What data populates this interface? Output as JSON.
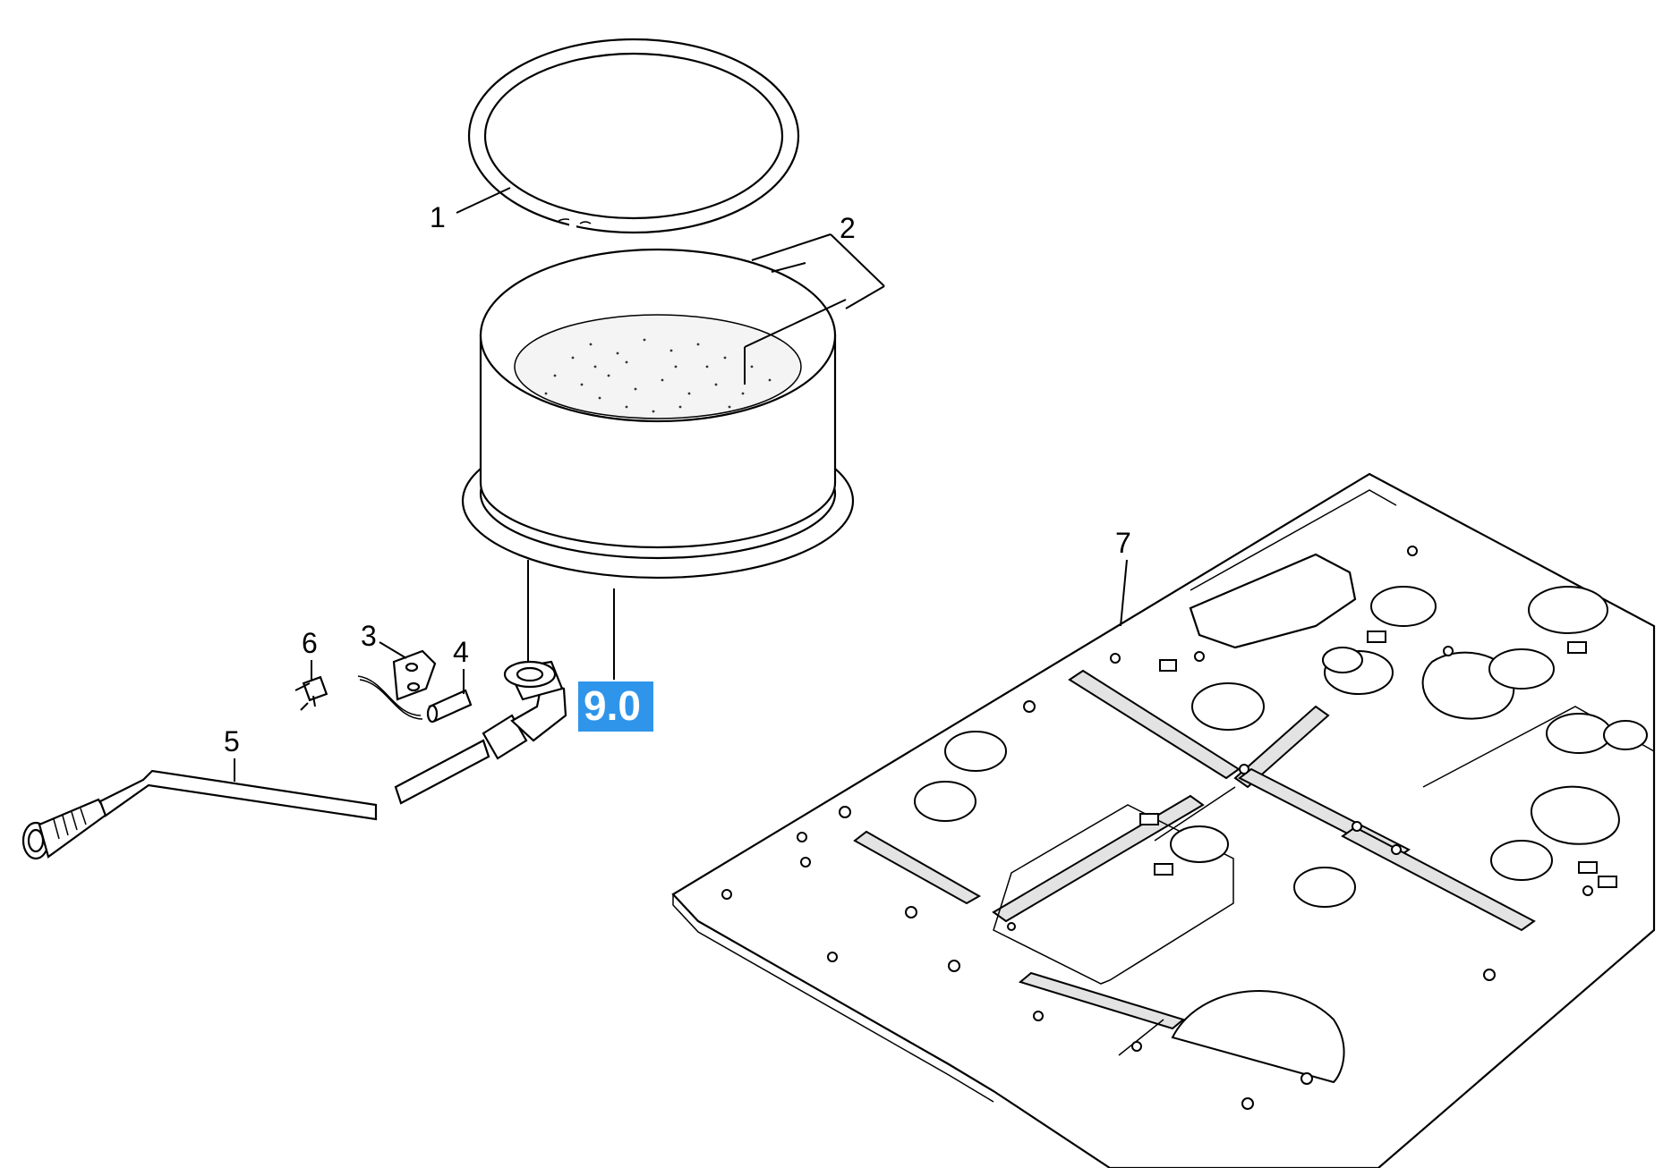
{
  "callouts": {
    "c1": "1",
    "c2": "2",
    "c3": "3",
    "c4": "4",
    "c5": "5",
    "c6": "6",
    "c7": "7"
  },
  "badge": {
    "label": "9.0",
    "color": "#2f95ea"
  },
  "parts": {
    "p1": "gasket-ring-icon",
    "p2": "filter-cylinder-icon",
    "p3": "bracket-clip-icon",
    "p4": "sensor-cable-icon",
    "p5": "pipe-with-fitting-icon",
    "p6": "small-clip-icon",
    "p7": "base-plate-icon"
  }
}
